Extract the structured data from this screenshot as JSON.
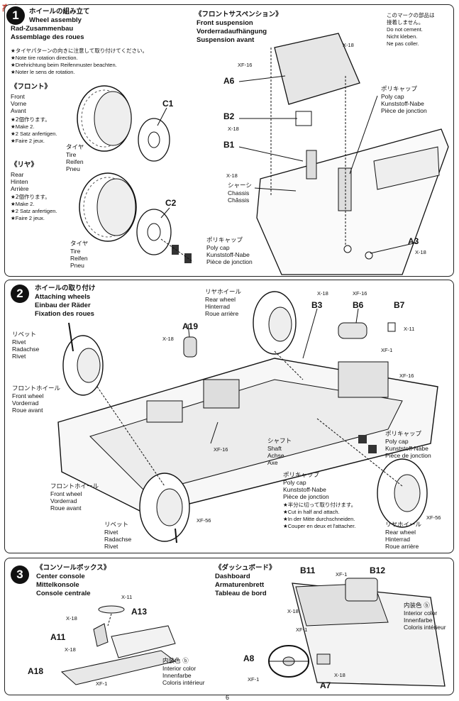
{
  "watermark": {
    "text": "高手网"
  },
  "step1": {
    "number": "1",
    "title_jp": "ホイールの組み立て",
    "title_en": "Wheel assembly",
    "title_de": "Rad-Zusammenbau",
    "title_fr": "Assemblage des roues",
    "notes": [
      "★タイヤパターンの向きに注意して取り付けてください。",
      "★Note tire rotation direction.",
      "★Drehrichtung beim Reifenmuster beachten.",
      "★Noter le sens de rotation."
    ],
    "front": {
      "jp": "《フロント》",
      "en": "Front",
      "de": "Vorne",
      "fr": "Avant",
      "make": [
        "★2個作ります。",
        "★Make 2.",
        "★2 Satz anfertigen.",
        "★Faire 2 jeux."
      ]
    },
    "rear": {
      "jp": "《リヤ》",
      "en": "Rear",
      "de": "Hinten",
      "fr": "Arrière",
      "make": [
        "★2個作ります。",
        "★Make 2.",
        "★2 Satz anfertigen.",
        "★Faire 2 jeux."
      ]
    },
    "tire": {
      "jp": "タイヤ",
      "en": "Tire",
      "de": "Reifen",
      "fr": "Pneu"
    },
    "polycap": {
      "jp": "ポリキャップ",
      "en": "Poly cap",
      "de": "Kunststoff-Nabe",
      "fr": "Pièce de jonction"
    },
    "parts": {
      "c1": "C1",
      "c2": "C2"
    }
  },
  "suspension": {
    "title_jp": "《フロントサスペンション》",
    "en": "Front suspension",
    "de": "Vorderradaufhängung",
    "fr": "Suspension avant",
    "parts": {
      "a6": "A6",
      "b2": "B2",
      "b1": "B1",
      "a3": "A3",
      "x18a": "X-18",
      "x18b": "X-18",
      "x18c": "X-18",
      "x18d": "X-18",
      "xf16": "XF-16"
    },
    "polycap": {
      "jp": "ポリキャップ",
      "en": "Poly cap",
      "de": "Kunststoff-Nabe",
      "fr": "Pièce de jonction"
    },
    "chassis": {
      "jp": "シャーシ",
      "en": "Chassis",
      "de": "Chassis",
      "fr": "Châssis"
    }
  },
  "no_cement": {
    "jp1": "このマークの部品は",
    "jp2": "接着しません。",
    "en": "Do not cement.",
    "de": "Nicht kleben.",
    "fr": "Ne pas coller."
  },
  "step2": {
    "number": "2",
    "title_jp": "ホイールの取り付け",
    "title_en": "Attaching wheels",
    "title_de": "Einbau der Räder",
    "title_fr": "Fixation des roues",
    "rivet_top": {
      "jp": "リベット",
      "en": "Rivet",
      "de": "Radachse",
      "fr": "Rivet"
    },
    "front_wheel_top": {
      "jp": "フロントホイール",
      "en": "Front wheel",
      "de": "Vorderrad",
      "fr": "Roue avant"
    },
    "rear_wheel_top": {
      "jp": "リヤホイール",
      "en": "Rear wheel",
      "de": "Hinterrad",
      "fr": "Roue arrière"
    },
    "shaft": {
      "jp": "シャフト",
      "en": "Shaft",
      "de": "Achse",
      "fr": "Axe"
    },
    "polycap_right": {
      "jp": "ポリキャップ",
      "en": "Poly cap",
      "de": "Kunststoff-Nabe",
      "fr": "Pièce de jonction"
    },
    "polycap_mid": {
      "jp": "ポリキャップ",
      "en": "Poly cap",
      "de": "Kunststoff-Nabe",
      "fr": "Pièce de jonction"
    },
    "cut_notes": [
      "★半分に切って取り付けます。",
      "★Cut in half and attach.",
      "★In der Mitte durchschneiden.",
      "★Couper en deux et l'attacher."
    ],
    "front_wheel_bottom": {
      "jp": "フロントホイール",
      "en": "Front wheel",
      "de": "Vorderrad",
      "fr": "Roue avant"
    },
    "rivet_bottom": {
      "jp": "リベット",
      "en": "Rivet",
      "de": "Radachse",
      "fr": "Rivet"
    },
    "rear_wheel_bottom": {
      "jp": "リヤホイール",
      "en": "Rear wheel",
      "de": "Hinterrad",
      "fr": "Roue arrière"
    },
    "parts": {
      "a19": "A19",
      "b3": "B3",
      "b6": "B6",
      "b7": "B7",
      "x18a": "X-18",
      "x18b": "X-18",
      "xf16a": "XF-16",
      "x11": "X-11",
      "xf1": "XF-1",
      "xf16b": "XF-16",
      "xf16c": "XF-16",
      "xf56a": "XF-56",
      "xf56b": "XF-56"
    }
  },
  "step3": {
    "number": "3",
    "console": {
      "jp": "《コンソールボックス》",
      "en": "Center console",
      "de": "Mittelkonsole",
      "fr": "Console centrale"
    },
    "dashboard": {
      "jp": "《ダッシュボード》",
      "en": "Dashboard",
      "de": "Armaturenbrett",
      "fr": "Tableau de bord"
    },
    "interior_left": {
      "jp": "内装色 ⓑ",
      "en": "Interior color",
      "de": "Innenfarbe",
      "fr": "Coloris intérieur"
    },
    "interior_right": {
      "jp": "内装色 ⓑ",
      "en": "Interior color",
      "de": "Innenfarbe",
      "fr": "Coloris intérieur"
    },
    "parts": {
      "a13": "A13",
      "a11": "A11",
      "a18": "A18",
      "b11": "B11",
      "b12": "B12",
      "a8": "A8",
      "a7": "A7",
      "x11": "X-11",
      "x18a": "X-18",
      "x18b": "X-18",
      "x18c": "X-18",
      "x18d": "X-18",
      "xf1a": "XF-1",
      "xf1b": "XF-1",
      "xf1c": "XF-1",
      "xf1d": "XF-1"
    }
  },
  "page_number": "6"
}
